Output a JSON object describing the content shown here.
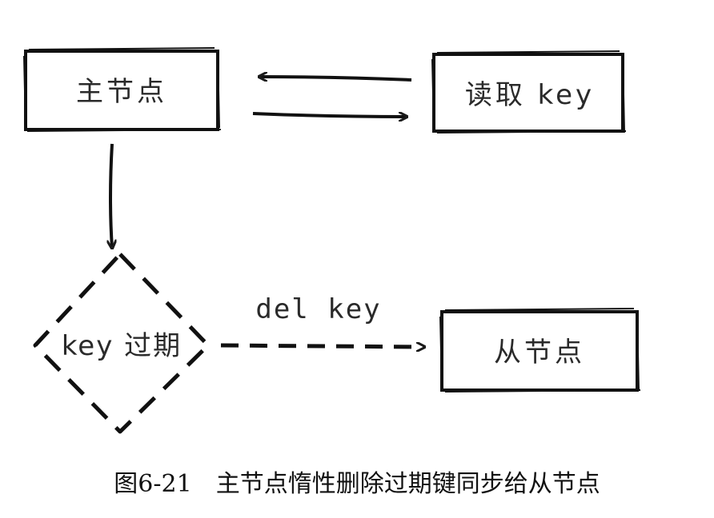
{
  "nodes": {
    "master": "主节点",
    "read_key": "读取 key",
    "key_expired": "key 过期",
    "slave": "从节点"
  },
  "edges": {
    "del_key": "del key"
  },
  "caption": "图6-21　主节点惰性删除过期键同步给从节点"
}
